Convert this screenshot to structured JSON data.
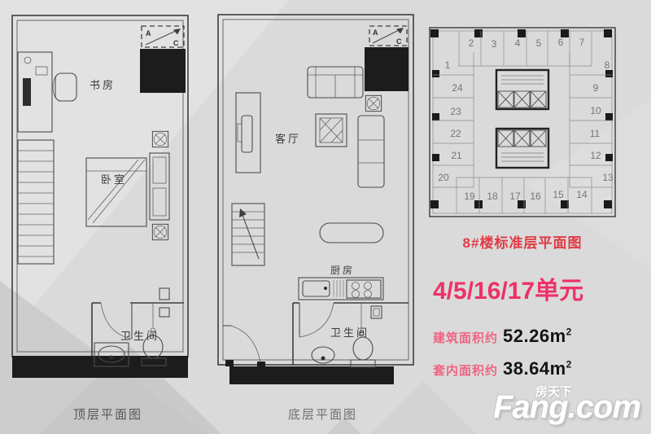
{
  "plans": {
    "top": {
      "caption": "顶层平面图",
      "rooms": {
        "study": "书房",
        "bedroom": "卧室",
        "bath": "卫生间"
      },
      "ac": {
        "a": "A",
        "c": "C"
      }
    },
    "bottom": {
      "caption": "底层平面图",
      "rooms": {
        "living": "客厅",
        "kitchen": "厨房",
        "bath": "卫生间"
      },
      "ac": {
        "a": "A",
        "c": "C"
      }
    }
  },
  "building": {
    "caption": "8#楼标准层平面图",
    "caption_color": "#e03a44",
    "units": [
      "1",
      "2",
      "3",
      "4",
      "5",
      "6",
      "7",
      "8",
      "9",
      "10",
      "11",
      "12",
      "13",
      "14",
      "15",
      "16",
      "17",
      "18",
      "19",
      "20",
      "21",
      "22",
      "23",
      "24"
    ]
  },
  "info": {
    "headline": "4/5/16/17单元",
    "headline_color": "#ee3168",
    "label_color": "#f06483",
    "area_rows": [
      {
        "label": "建筑面积约",
        "value": "52.26m",
        "sup": "2"
      },
      {
        "label": "套内面积约",
        "value": "38.64m",
        "sup": "2"
      }
    ]
  },
  "watermark": {
    "cn": "房天下",
    "en": "Fang.com"
  }
}
